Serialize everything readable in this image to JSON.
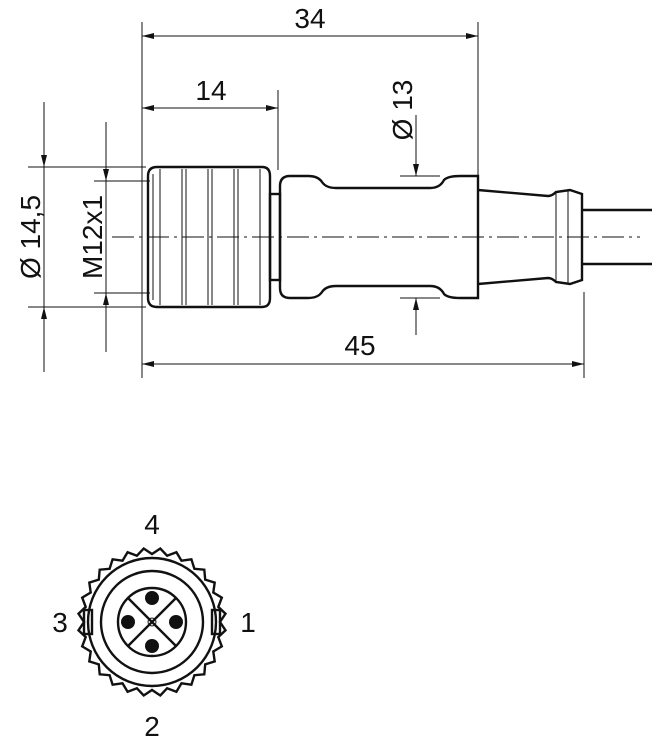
{
  "drawing": {
    "dimensions": {
      "overall_length": "45",
      "body_length": "34",
      "nut_length": "14",
      "nut_diameter": "Ø 14,5",
      "thread": "M12x1",
      "body_diameter": "Ø 13"
    },
    "pin_labels": {
      "pin1": "1",
      "pin2": "2",
      "pin3": "3",
      "pin4": "4"
    }
  }
}
